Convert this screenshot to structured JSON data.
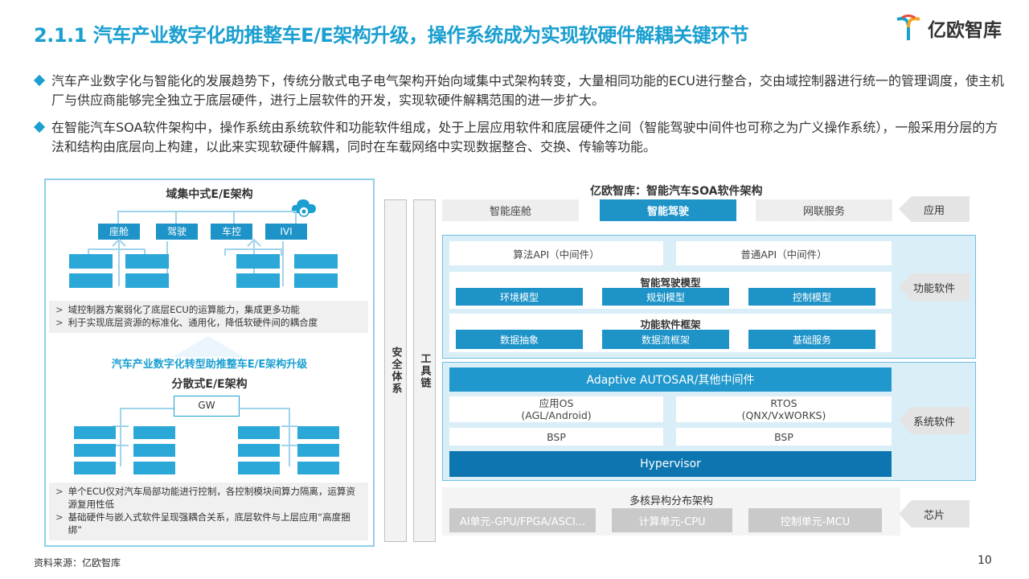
{
  "title": "2.1.1 汽车产业数字化助推整车E/E架构升级，操作系统成为实现软硬件解耦关键环节",
  "logo_text": "亿欧智库",
  "bullets": [
    "汽车产业数字化与智能化的发展趋势下，传统分散式电子电气架构开始向域集中式架构转变，大量相同功能的ECU进行整合，交由域控制器进行统一的管理调度，使主机厂与供应商能够完全独立于底层硬件，进行上层软件的开发，实现软硬件解耦范围的进一步扩大。",
    "在智能汽车SOA软件架构中，操作系统由系统软件和功能软件组成，处于上层应用软件和底层硬件之间（智能驾驶中间件也可称之为广义操作系统），一般采用分层的方法和结构由底层向上构建，以此来实现软硬件解耦，同时在车载网络中实现数据整合、交换、传输等功能。"
  ],
  "left": {
    "domain_title": "域集中式E/E架构",
    "domains": [
      "座舱",
      "驾驶",
      "车控",
      "IVI"
    ],
    "domain_notes": [
      "域控制器方案弱化了底层ECU的运算能力，集成更多功能",
      "利于实现底层资源的标准化、通用化，降低软硬件间的耦合度"
    ],
    "transition": "汽车产业数字化转型助推整车E/E架构升级",
    "distributed_title": "分散式E/E架构",
    "gw": "GW",
    "dist_notes": [
      "单个ECU仅对汽车局部功能进行控制，各控制模块间算力隔离，运算资源复用性低",
      "基础硬件与嵌入式软件呈现强耦合关系，底层软件与上层应用“高度捆绑”"
    ]
  },
  "vbars": {
    "safety": "安全体系",
    "tools": "工具链"
  },
  "arch": {
    "title": "亿欧智库：智能汽车SOA软件架构",
    "apps": [
      "智能座舱",
      "智能驾驶",
      "网联服务"
    ],
    "app_tag": "应用",
    "api": [
      "算法API（中间件）",
      "普通API（中间件）"
    ],
    "drive_model": "智能驾驶模型",
    "models": [
      "环境模型",
      "规划模型",
      "控制模型"
    ],
    "framework": "功能软件框架",
    "framework_items": [
      "数据抽象",
      "数据流框架",
      "基础服务"
    ],
    "func_tag": "功能软件",
    "autosar": "Adaptive AUTOSAR/其他中间件",
    "os_left": [
      "应用OS",
      "(AGL/Android)"
    ],
    "os_right": [
      "RTOS",
      "(QNX/VxWORKS)"
    ],
    "bsp": [
      "BSP",
      "BSP"
    ],
    "hypervisor": "Hypervisor",
    "sys_tag": "系统软件",
    "chip_title": "多核异构分布架构",
    "chips": [
      "AI单元-GPU/FPGA/ASCI...",
      "计算单元-CPU",
      "控制单元-MCU"
    ],
    "chip_tag": "芯片"
  },
  "footer": "资料来源：亿欧智库",
  "page_number": "10",
  "colors": {
    "accent": "#1a9fd0",
    "dark_blue": "#0d76b0"
  }
}
